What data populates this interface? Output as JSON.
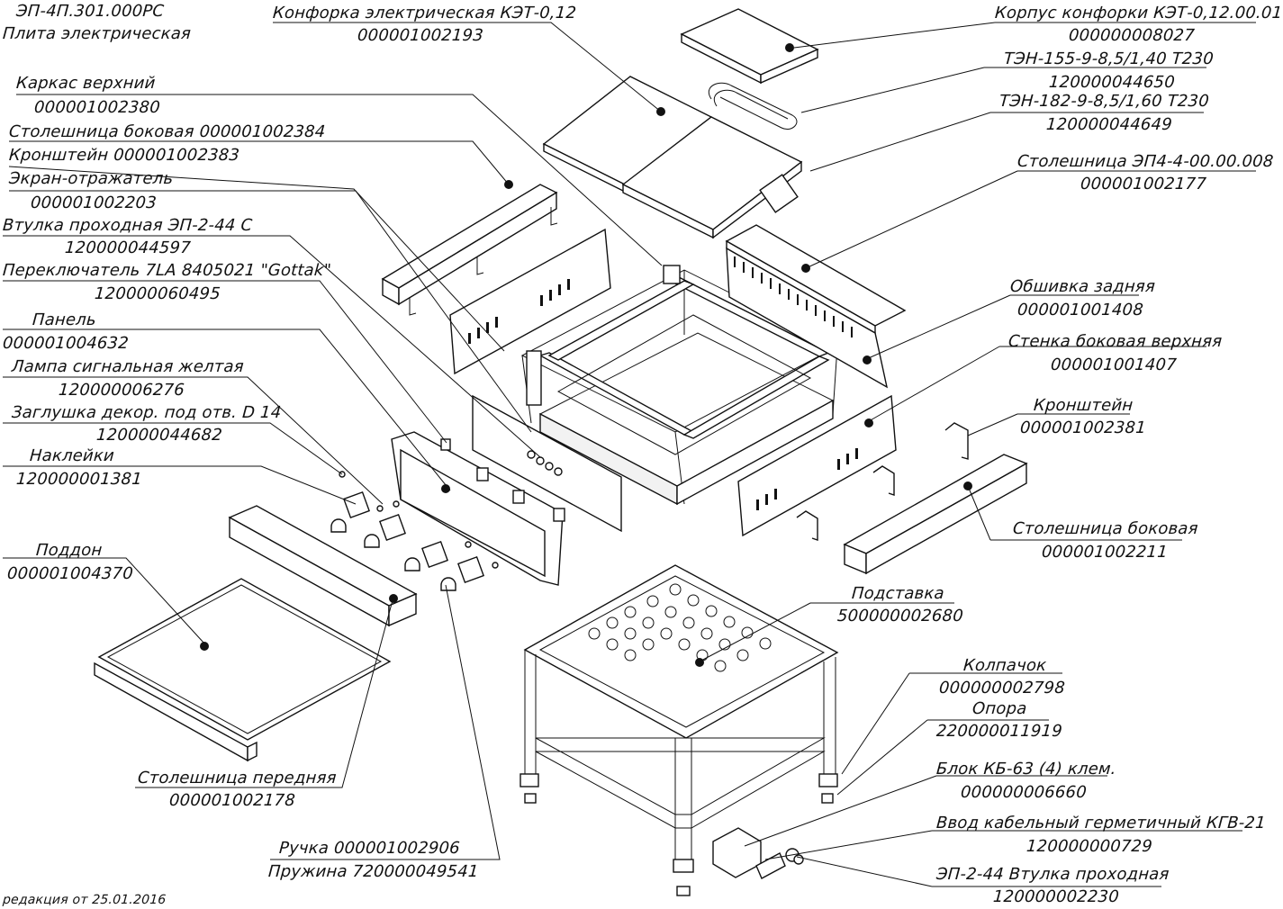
{
  "document": {
    "code": "ЭП-4П.301.000РС",
    "title": "Плита электрическая",
    "revision": "редакция от 25.01.2016"
  },
  "callouts": [
    {
      "id": "konforka",
      "name": "Конфорка электрическая КЭТ-0,12",
      "code": "000001002193"
    },
    {
      "id": "korpus",
      "name": "Корпус конфорки КЭТ-0,12.00.01",
      "code": "000000008027"
    },
    {
      "id": "ten155",
      "name": "ТЭН-155-9-8,5/1,40 Т230",
      "code": "120000044650"
    },
    {
      "id": "ten182",
      "name": "ТЭН-182-9-8,5/1,60 Т230",
      "code": "120000044649"
    },
    {
      "id": "karkas",
      "name": "Каркас верхний",
      "code": "000001002380"
    },
    {
      "id": "stol_bok_2384",
      "name": "Столешница боковая  000001002384",
      "code": ""
    },
    {
      "id": "kronsh_2383",
      "name": "Кронштейн  000001002383",
      "code": ""
    },
    {
      "id": "ekran",
      "name": "Экран-отражатель",
      "code": "000001002203"
    },
    {
      "id": "vtulka_ep",
      "name": "Втулка проходная ЭП-2-44 С",
      "code": "120000044597"
    },
    {
      "id": "perekl",
      "name": "Переключатель 7LA 8405021 \"Gottak\"",
      "code": "120000060495"
    },
    {
      "id": "panel",
      "name": "Панель",
      "code": "000001004632"
    },
    {
      "id": "lampa",
      "name": "Лампа сигнальная желтая",
      "code": "120000006276"
    },
    {
      "id": "zaglushka",
      "name": "Заглушка декор. под отв. D 14",
      "code": "120000044682"
    },
    {
      "id": "nakleyki",
      "name": "Наклейки",
      "code": "120000001381"
    },
    {
      "id": "stol_ep4",
      "name": "Столешница ЭП4-4-00.00.008",
      "code": "000001002177"
    },
    {
      "id": "obshivka",
      "name": "Обшивка задняя",
      "code": "000001001408"
    },
    {
      "id": "stenka",
      "name": "Стенка боковая верхняя",
      "code": "000001001407"
    },
    {
      "id": "kronsh_2381",
      "name": "Кронштейн",
      "code": "000001002381"
    },
    {
      "id": "stol_bok_2211",
      "name": "Столешница боковая",
      "code": "000001002211"
    },
    {
      "id": "poddon",
      "name": "Поддон",
      "code": "000001004370"
    },
    {
      "id": "stol_pered",
      "name": "Столешница передняя",
      "code": "000001002178"
    },
    {
      "id": "podstavka",
      "name": "Подставка",
      "code": "500000002680"
    },
    {
      "id": "kolpachok",
      "name": "Колпачок",
      "code": "000000002798"
    },
    {
      "id": "opora",
      "name": "Опора",
      "code": "220000011919"
    },
    {
      "id": "blok",
      "name": "Блок КБ-63 (4) клем.",
      "code": "000000006660"
    },
    {
      "id": "vvod",
      "name": "Ввод кабельный герметичный КГВ-21",
      "code": "120000000729"
    },
    {
      "id": "vtulka_prox",
      "name": "ЭП-2-44 Втулка проходная",
      "code": "120000002230"
    },
    {
      "id": "ruchka",
      "name": "Ручка 000001002906",
      "code": ""
    },
    {
      "id": "pruzhina",
      "name": "Пружина 720000049541",
      "code": ""
    }
  ]
}
